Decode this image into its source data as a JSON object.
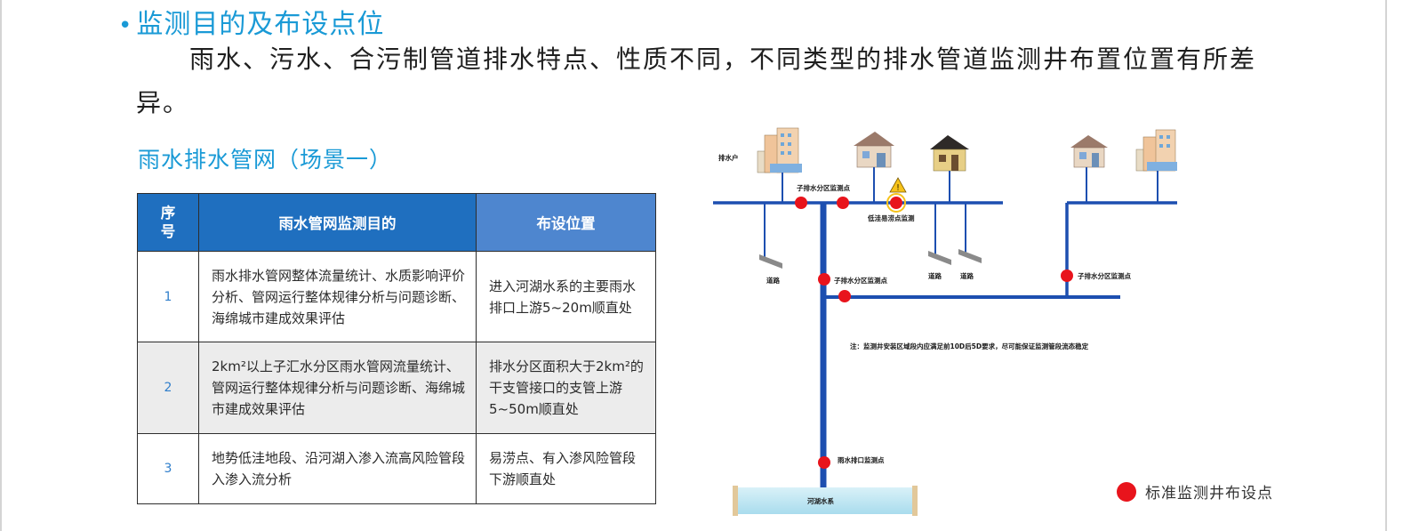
{
  "heading": {
    "bullet": "•",
    "text": "监测目的及布设点位"
  },
  "intro": "雨水、污水、合污制管道排水特点、性质不同，不同类型的排水管道监测井布置位置有所差异。",
  "subheading": "雨水排水管网（场景一）",
  "table": {
    "headers": {
      "no_line1": "序",
      "no_line2": "号",
      "goal": "雨水管网监测目的",
      "position": "布设位置"
    },
    "rows": [
      {
        "no": "1",
        "goal": "雨水排水管网整体流量统计、水质影响评价分析、管网运行整体规律分析与问题诊断、海绵城市建成效果评估",
        "position": "进入河湖水系的主要雨水排口上游5~20m顺直处"
      },
      {
        "no": "2",
        "goal": "2km²以上子汇水分区雨水管网流量统计、管网运行整体规律分析与问题诊断、海绵城市建成效果评估",
        "position": "排水分区面积大于2km²的干支管接口的支管上游5~50m顺直处"
      },
      {
        "no": "3",
        "goal": "地势低洼地段、沿河湖入渗入流高风险管段入渗入流分析",
        "position": "易涝点、有入渗风险管段下游顺直处"
      }
    ]
  },
  "diagram": {
    "labels": {
      "household": "排水户",
      "sub_zone_top": "子排水分区监测点",
      "low_point": "低洼易涝点监测",
      "road_left": "道路",
      "road_mid1": "道路",
      "road_mid2": "道路",
      "sub_zone_mid": "子排水分区监测点",
      "sub_zone_right": "子排水分区监测点",
      "note": "注：监测井安装区域段内应满足前10D后5D要求，尽可能保证监测管段流态稳定",
      "outfall": "雨水排口监测点",
      "river": "河湖水系"
    },
    "colors": {
      "pipe": "#1d4fb0",
      "monitor_point": "#e8141c",
      "river": "#a9dced"
    }
  },
  "legend": {
    "text": "标准监测井布设点"
  }
}
